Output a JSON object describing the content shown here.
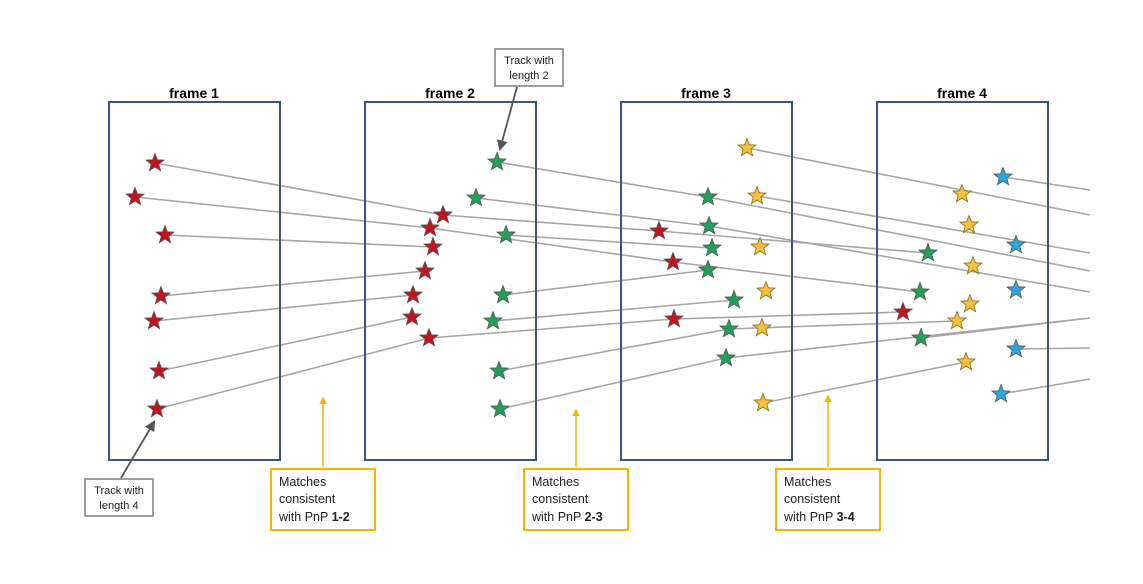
{
  "frames": [
    {
      "title": "frame 1"
    },
    {
      "title": "frame 2"
    },
    {
      "title": "frame 3"
    },
    {
      "title": "frame 4"
    }
  ],
  "callouts": [
    {
      "lines": [
        "Track with",
        "length 2"
      ]
    },
    {
      "lines": [
        "Track with",
        "length 4"
      ]
    }
  ],
  "matches": [
    {
      "lines": [
        "Matches",
        "consistent"
      ],
      "prefix": "with PnP ",
      "pair": "1-2"
    },
    {
      "lines": [
        "Matches",
        "consistent"
      ],
      "prefix": "with PnP ",
      "pair": "2-3"
    },
    {
      "lines": [
        "Matches",
        "consistent"
      ],
      "prefix": "with PnP ",
      "pair": "3-4"
    }
  ],
  "colors": {
    "frame_border": "#3a5584",
    "track_line": "#a6a6a6",
    "callout_border": "#7f7f7f",
    "match_border": "#f2b705",
    "match_arrow": "#f2b705",
    "red_star": "#c0141f",
    "green_star": "#1fa257",
    "yellow_star": "#f5c13b",
    "blue_star": "#2aa6e0"
  },
  "icons": {
    "feature": "star-icon"
  }
}
